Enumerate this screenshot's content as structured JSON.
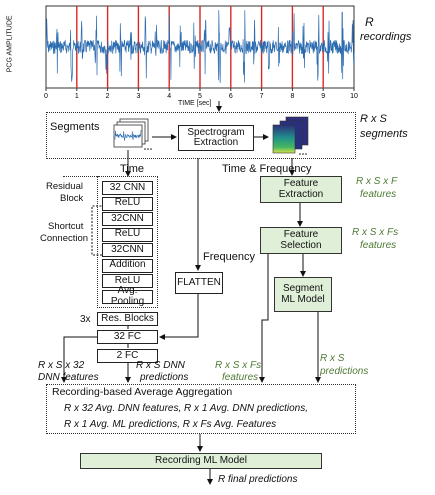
{
  "pcg_plot": {
    "ylabel": "PCG AMPLITUDE",
    "xlabel": "TIME [sec]",
    "xticks": [
      "0",
      "1",
      "2",
      "3",
      "4",
      "5",
      "6",
      "7",
      "8",
      "9",
      "10"
    ],
    "segment_markers_sec": [
      1,
      2,
      3,
      4,
      5,
      6,
      7,
      8,
      9
    ],
    "waveform_color": "#2b6cb0",
    "marker_color": "#d62828"
  },
  "labels": {
    "r_recordings_1": "R",
    "r_recordings_2": "recordings",
    "rxs_segments_1": "R x S",
    "rxs_segments_2": "segments",
    "segments": "Segments",
    "spectrogram_1": "Spectrogram",
    "spectrogram_2": "Extraction",
    "time": "Time",
    "time_freq": "Time & Frequency",
    "residual_1": "Residual",
    "residual_2": "Block",
    "shortcut_1": "Shortcut",
    "shortcut_2": "Connection",
    "frequency": "Frequency",
    "flatten": "FLATTEN",
    "three_x": "3x",
    "res_blocks": "Res. Blocks",
    "fc32": "32 FC",
    "fc2": "2 FC",
    "feat_ext_1": "Feature",
    "feat_ext_2": "Extraction",
    "rxsxf_1": "R x S x F",
    "rxsxf_2": "features",
    "feat_sel_1": "Feature",
    "feat_sel_2": "Selection",
    "rxsxfs_1": "R x S x Fs",
    "rxsxfs_2": "features",
    "seg_ml_1": "Segment",
    "seg_ml_2": "ML Model",
    "dnn_feat_1": "R x S x 32",
    "dnn_feat_2": "DNN features",
    "dnn_pred_1": "R x S DNN",
    "dnn_pred_2": "predictions",
    "fs_feat_1": "R x S x Fs",
    "fs_feat_2": "features",
    "rs_pred_1": "R x S",
    "rs_pred_2": "predictions",
    "agg_title": "Recording-based Average Aggregation",
    "agg_line1": "R x 32 Avg. DNN features, R x 1 Avg. DNN predictions,",
    "agg_line2": "R x 1 Avg. ML predictions, R x Fs Avg. Features",
    "rec_ml": "Recording ML Model",
    "final_pred": "R  final predictions"
  },
  "cnn_layers": [
    "32 CNN",
    "ReLU",
    "32CNN",
    "ReLU",
    "32CNN",
    "Addition",
    "ReLU",
    "Avg. Pooling"
  ],
  "colors": {
    "green_fill": "#dfefd8",
    "green_text": "#4f7a36"
  }
}
